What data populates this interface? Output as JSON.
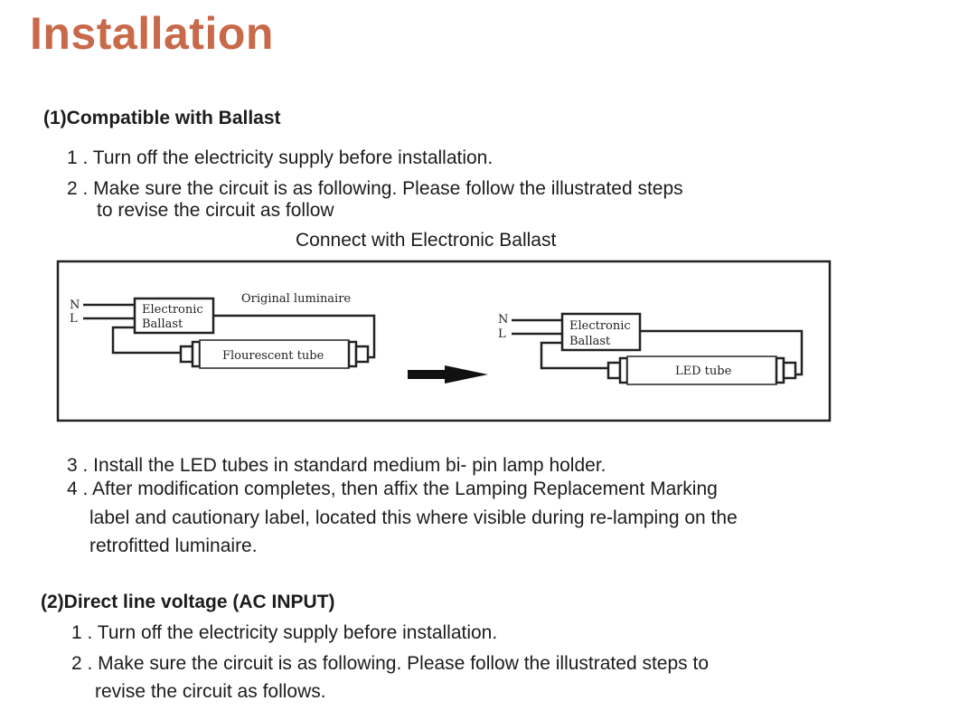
{
  "title": "Installation",
  "section1": {
    "heading": "(1)Compatible with Ballast",
    "steps": [
      "1 . Turn off  the electricity supply before installation.",
      "2 . Make sure the circuit is as following.  Please follow the illustrated steps",
      "to revise the  circuit as follow"
    ],
    "diagram_caption": "Connect with Electronic Ballast",
    "diagram": {
      "before": {
        "n_label": "N",
        "l_label": "L",
        "ballast_line1": "Electronic",
        "ballast_line2": "Ballast",
        "luminaire_label": "Original luminaire",
        "tube_label": "Flourescent  tube"
      },
      "after": {
        "n_label": "N",
        "l_label": "L",
        "ballast_line1": "Electronic",
        "ballast_line2": "Ballast",
        "tube_label": "LED tube"
      }
    },
    "steps_after": [
      "3 . Install the LED tubes in standard medium bi- pin lamp holder.",
      "4 . After modification completes, then affix the Lamping Replacement Marking",
      "label and cautionary label, located this where visible during re-lamping on the",
      "retrofitted luminaire."
    ]
  },
  "section2": {
    "heading": "(2)Direct line voltage (AC INPUT)",
    "steps": [
      "1 . Turn off the electricity supply before installation.",
      "2 . Make sure the circuit is as following.  Please follow the illustrated steps to",
      "revise the circuit as follows."
    ]
  },
  "colors": {
    "title": "#c8694a",
    "text": "#1c1c1c",
    "line": "#222222"
  }
}
